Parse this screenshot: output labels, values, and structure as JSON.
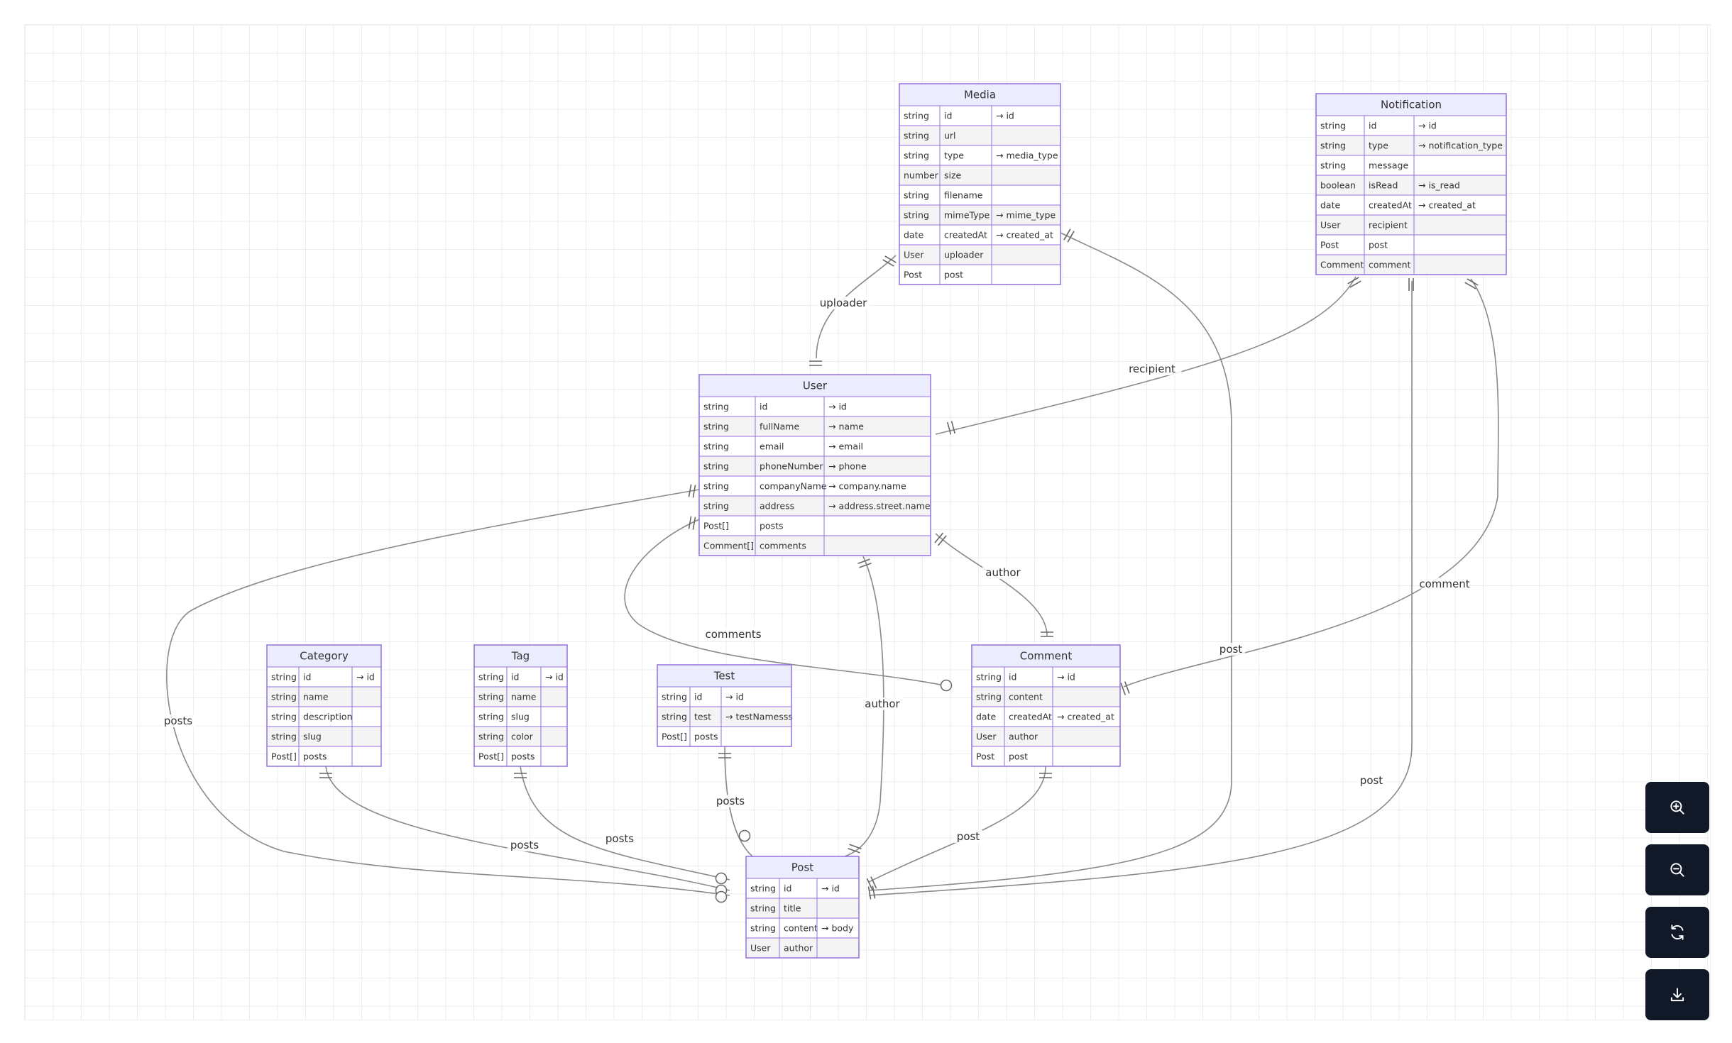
{
  "entities": [
    {
      "name": "Media",
      "rows": [
        [
          "string",
          "id",
          "→ id"
        ],
        [
          "string",
          "url",
          ""
        ],
        [
          "string",
          "type",
          "→ media_type"
        ],
        [
          "number",
          "size",
          ""
        ],
        [
          "string",
          "filename",
          ""
        ],
        [
          "string",
          "mimeType",
          "→ mime_type"
        ],
        [
          "date",
          "createdAt",
          "→ created_at"
        ],
        [
          "User",
          "uploader",
          ""
        ],
        [
          "Post",
          "post",
          ""
        ]
      ]
    },
    {
      "name": "Notification",
      "rows": [
        [
          "string",
          "id",
          "→ id"
        ],
        [
          "string",
          "type",
          "→ notification_type"
        ],
        [
          "string",
          "message",
          ""
        ],
        [
          "boolean",
          "isRead",
          "→ is_read"
        ],
        [
          "date",
          "createdAt",
          "→ created_at"
        ],
        [
          "User",
          "recipient",
          ""
        ],
        [
          "Post",
          "post",
          ""
        ],
        [
          "Comment",
          "comment",
          ""
        ]
      ]
    },
    {
      "name": "User",
      "rows": [
        [
          "string",
          "id",
          "→ id"
        ],
        [
          "string",
          "fullName",
          "→ name"
        ],
        [
          "string",
          "email",
          "→ email"
        ],
        [
          "string",
          "phoneNumber",
          "→ phone"
        ],
        [
          "string",
          "companyName",
          "→ company.name"
        ],
        [
          "string",
          "address",
          "→ address.street.name"
        ],
        [
          "Post[]",
          "posts",
          ""
        ],
        [
          "Comment[]",
          "comments",
          ""
        ]
      ]
    },
    {
      "name": "Category",
      "rows": [
        [
          "string",
          "id",
          "→ id"
        ],
        [
          "string",
          "name",
          ""
        ],
        [
          "string",
          "description",
          ""
        ],
        [
          "string",
          "slug",
          ""
        ],
        [
          "Post[]",
          "posts",
          ""
        ]
      ]
    },
    {
      "name": "Tag",
      "rows": [
        [
          "string",
          "id",
          "→ id"
        ],
        [
          "string",
          "name",
          ""
        ],
        [
          "string",
          "slug",
          ""
        ],
        [
          "string",
          "color",
          ""
        ],
        [
          "Post[]",
          "posts",
          ""
        ]
      ]
    },
    {
      "name": "Test",
      "rows": [
        [
          "string",
          "id",
          "→ id"
        ],
        [
          "string",
          "test",
          "→ testNamesss"
        ],
        [
          "Post[]",
          "posts",
          ""
        ]
      ]
    },
    {
      "name": "Comment",
      "rows": [
        [
          "string",
          "id",
          "→ id"
        ],
        [
          "string",
          "content",
          ""
        ],
        [
          "date",
          "createdAt",
          "→ created_at"
        ],
        [
          "User",
          "author",
          ""
        ],
        [
          "Post",
          "post",
          ""
        ]
      ]
    },
    {
      "name": "Post",
      "rows": [
        [
          "string",
          "id",
          "→ id"
        ],
        [
          "string",
          "title",
          ""
        ],
        [
          "string",
          "content",
          "→ body"
        ],
        [
          "User",
          "author",
          ""
        ]
      ]
    }
  ],
  "relationships": [
    {
      "id": "media-uploader",
      "label": "uploader",
      "from": "User",
      "to": "Media"
    },
    {
      "id": "notification-recipient",
      "label": "recipient",
      "from": "User",
      "to": "Notification"
    },
    {
      "id": "user-posts",
      "label": "posts",
      "from": "User",
      "to": "Post"
    },
    {
      "id": "user-comments",
      "label": "comments",
      "from": "User",
      "to": "Comment"
    },
    {
      "id": "comment-author",
      "label": "author",
      "from": "User",
      "to": "Comment"
    },
    {
      "id": "post-author",
      "label": "author",
      "from": "User",
      "to": "Post"
    },
    {
      "id": "media-post",
      "label": "post",
      "from": "Media",
      "to": "Post"
    },
    {
      "id": "notification-comment",
      "label": "comment",
      "from": "Comment",
      "to": "Notification"
    },
    {
      "id": "notification-post",
      "label": "post",
      "from": "Notification",
      "to": "Post"
    },
    {
      "id": "comment-post",
      "label": "post",
      "from": "Comment",
      "to": "Post"
    },
    {
      "id": "category-posts",
      "label": "posts",
      "from": "Category",
      "to": "Post"
    },
    {
      "id": "tag-posts",
      "label": "posts",
      "from": "Tag",
      "to": "Post"
    },
    {
      "id": "test-posts",
      "label": "posts",
      "from": "Test",
      "to": "Post"
    }
  ],
  "controls": {
    "zoom_in": "zoom-in-icon",
    "zoom_out": "zoom-out-icon",
    "reset": "refresh-icon",
    "download": "download-icon"
  },
  "colors": {
    "entity_border": "#9370db",
    "entity_header": "#ececff",
    "row_alt": "#f4f4f4",
    "line": "#8a8a8a",
    "control_bg": "#111827"
  }
}
